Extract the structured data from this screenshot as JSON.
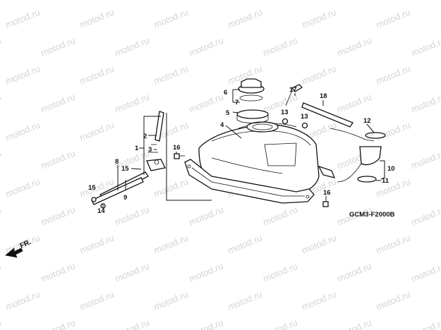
{
  "watermark": "motod.ru",
  "diagram_code": "GCM3-F2000B",
  "direction_label": "FR.",
  "callouts": {
    "c1": "1",
    "c2": "2",
    "c3": "3",
    "c4": "4",
    "c5": "5",
    "c6": "6",
    "c7": "7",
    "c8": "8",
    "c9": "9",
    "c10": "10",
    "c11": "11",
    "c12": "12",
    "c13a": "13",
    "c13b": "13",
    "c14": "14",
    "c15a": "15",
    "c15b": "15",
    "c16a": "16",
    "c16b": "16",
    "c17": "17",
    "c18": "18"
  },
  "colors": {
    "line": "#111111",
    "watermark": "#d4d4d4",
    "background": "#ffffff"
  }
}
